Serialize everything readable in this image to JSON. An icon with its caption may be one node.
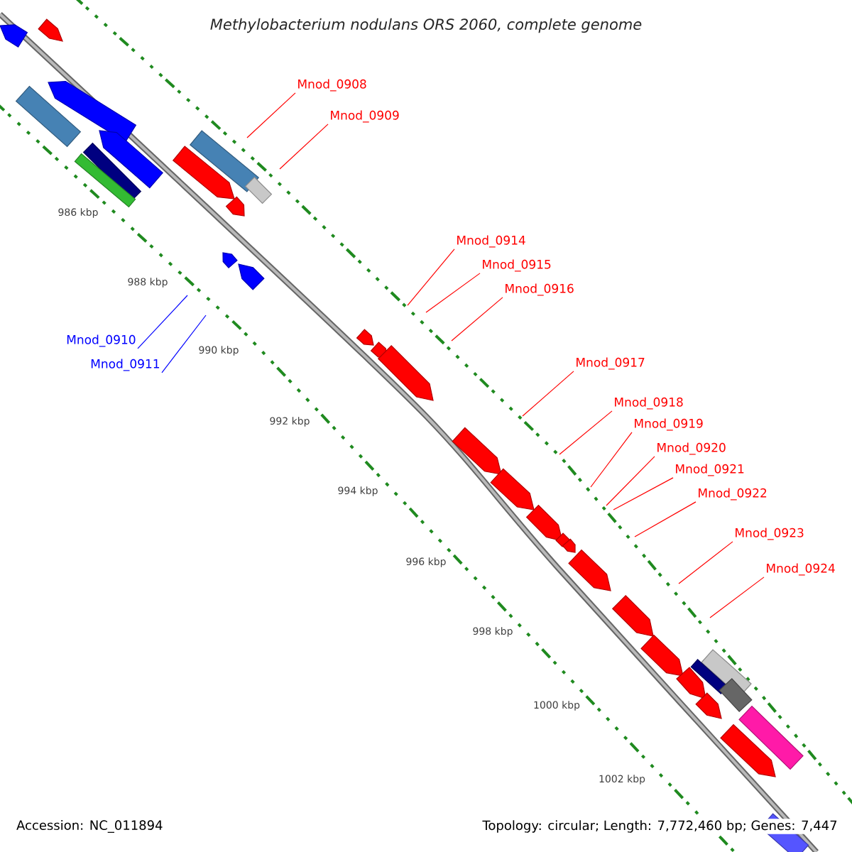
{
  "diagram": {
    "title": "Methylobacterium nodulans ORS 2060, complete genome",
    "nodes": [
      {
        "text": [
          "Mnod_0908"
        ]
      },
      {
        "text": [
          "Mnod_0909"
        ]
      },
      {
        "text": [
          "Mnod_0910"
        ]
      },
      {
        "text": [
          "Mnod_0911"
        ]
      },
      {
        "text": [
          "Mnod_0914"
        ]
      },
      {
        "text": [
          "Mnod_0915"
        ]
      },
      {
        "text": [
          "Mnod_0916"
        ]
      },
      {
        "text": [
          "Mnod_0917"
        ]
      },
      {
        "text": [
          "Mnod_0918"
        ]
      },
      {
        "text": [
          "Mnod_0919"
        ]
      },
      {
        "text": [
          "Mnod_0920"
        ]
      },
      {
        "text": [
          "Mnod_0921"
        ]
      },
      {
        "text": [
          "Mnod_0922"
        ]
      },
      {
        "text": [
          "Mnod_0923"
        ]
      },
      {
        "text": [
          "Mnod_0924"
        ]
      }
    ],
    "edges": [
      {
        "from": 0,
        "to": null,
        "arrow": "none"
      },
      {
        "from": 1,
        "to": null,
        "arrow": "none"
      },
      {
        "from": 2,
        "to": null,
        "arrow": "none",
        "color": "#0000ff"
      },
      {
        "from": 3,
        "to": null,
        "arrow": "none",
        "color": "#0000ff"
      },
      {
        "from": 4,
        "to": null,
        "arrow": "none"
      },
      {
        "from": 5,
        "to": null,
        "arrow": "none"
      },
      {
        "from": 6,
        "to": null,
        "arrow": "none"
      },
      {
        "from": 7,
        "to": null,
        "arrow": "none"
      },
      {
        "from": 8,
        "to": null,
        "arrow": "none"
      },
      {
        "from": 9,
        "to": null,
        "arrow": "none"
      },
      {
        "from": 10,
        "to": null,
        "arrow": "none"
      },
      {
        "from": 11,
        "to": null,
        "arrow": "none"
      },
      {
        "from": 12,
        "to": null,
        "arrow": "none"
      },
      {
        "from": 13,
        "to": null,
        "arrow": "none"
      },
      {
        "from": 14,
        "to": null,
        "arrow": "none"
      }
    ],
    "labels": [
      "986 kbp",
      "988 kbp",
      "990 kbp",
      "992 kbp",
      "994 kbp",
      "996 kbp",
      "998 kbp",
      "1000 kbp",
      "1002 kbp",
      "Accession: NC_011894",
      "Topology: circular; Length: 7,772,460 bp; Genes: 7,447"
    ]
  }
}
